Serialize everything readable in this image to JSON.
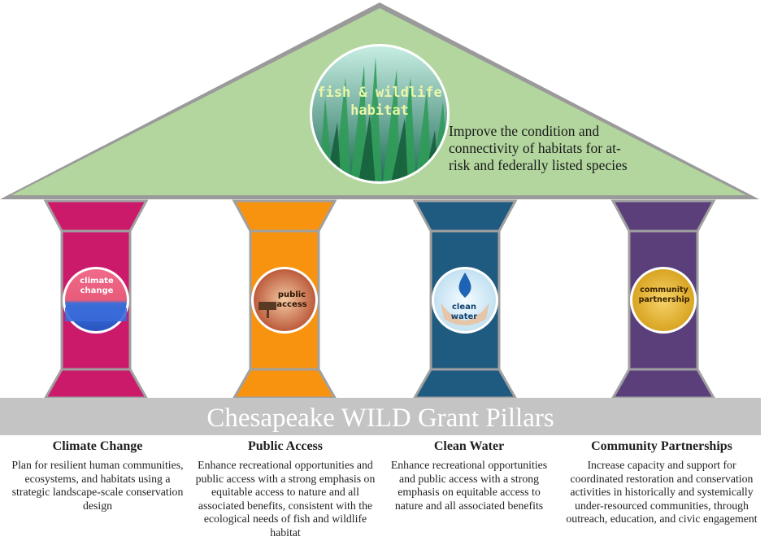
{
  "roof": {
    "badge_label": "fish & wildlife habitat",
    "description": "Improve the condition and connectivity of habitats for at-risk and federally listed species"
  },
  "pillars": [
    {
      "badge_label": "climate change",
      "color": "#cc1a6b"
    },
    {
      "badge_label": "public access",
      "color": "#f7930f"
    },
    {
      "badge_label": "clean water",
      "color": "#1f5a80"
    },
    {
      "badge_label": "community partnership",
      "color": "#5a3f7b"
    }
  ],
  "banner": {
    "title": "Chesapeake WILD Grant Pillars",
    "color": "#c4c4c4"
  },
  "roof_color": "#b3d69f",
  "descriptions": [
    {
      "title": "Climate Change",
      "text": "Plan for resilient human communities, ecosystems, and habitats using a strategic landscape-scale conservation design"
    },
    {
      "title": "Public Access",
      "text": "Enhance recreational opportunities and public access with a strong emphasis on equitable access to nature and all associated benefits, consistent with the ecological needs of fish and wildlife habitat"
    },
    {
      "title": "Clean Water",
      "text": "Enhance recreational opportunities and public access with a strong emphasis on equitable access to nature and all associated benefits"
    },
    {
      "title": "Community Partnerships",
      "text": "Increase capacity and support for coordinated restoration and conservation activities in historically and systemically under-resourced communities, through outreach, education, and civic engagement"
    }
  ]
}
